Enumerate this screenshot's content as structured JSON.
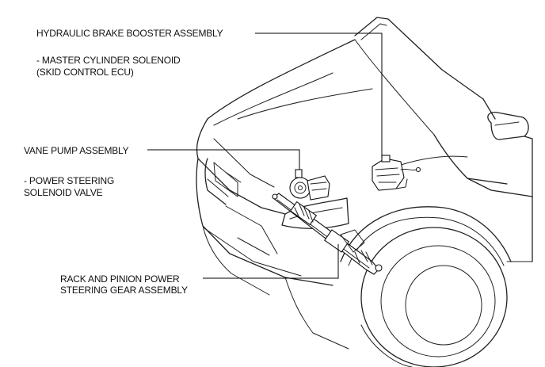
{
  "labels": {
    "brake_booster": "HYDRAULIC BRAKE BOOSTER ASSEMBLY",
    "master_cylinder_line1": "- MASTER CYLINDER SOLENOID",
    "master_cylinder_line2": "(SKID CONTROL  ECU)",
    "vane_pump": "VANE PUMP ASSEMBLY",
    "ps_solenoid_line1": "- POWER STEERING",
    "ps_solenoid_line2": "SOLENOID VALVE",
    "rack_pinion_line1": "RACK AND PINION POWER",
    "rack_pinion_line2": "STEERING GEAR ASSEMBLY"
  }
}
